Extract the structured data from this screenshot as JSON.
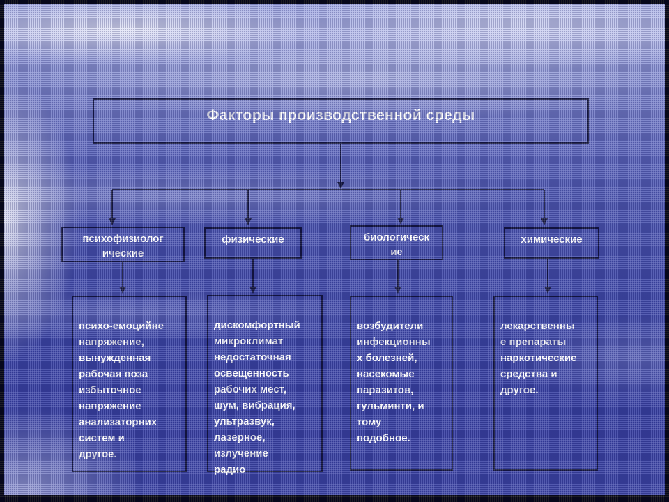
{
  "slide": {
    "title": "Факторы производственной среды",
    "categories": [
      {
        "label": "психофизиолог\nические",
        "description": "психо-емоцийне\nнапряжение,\nвынужденная\nрабочая поза\nизбыточное\nнапряжение\nанализаторних\nсистем и\nдругое."
      },
      {
        "label": "физические",
        "description": "дискомфортный\nмикроклимат\nнедостаточная\nосвещенность\nрабочих мест,\nшум, вибрация,\nультразвук,\nлазерное,\nизлучение\nрадио"
      },
      {
        "label": "биологическ\nие",
        "description": "возбудители\nинфекционны\nх болезней,\nнасекомые\nпаразитов,\nгульминти, и\nтому\nподобное."
      },
      {
        "label": "химические",
        "description": "лекарственны\nе препараты\nнаркотические\nсредства и\nдругое."
      }
    ],
    "colors": {
      "text": "#ffffff",
      "box_border": "#12143a",
      "background_top": "#a9aee0",
      "background_bottom": "#3b43a4",
      "frame": "#04040c"
    }
  }
}
